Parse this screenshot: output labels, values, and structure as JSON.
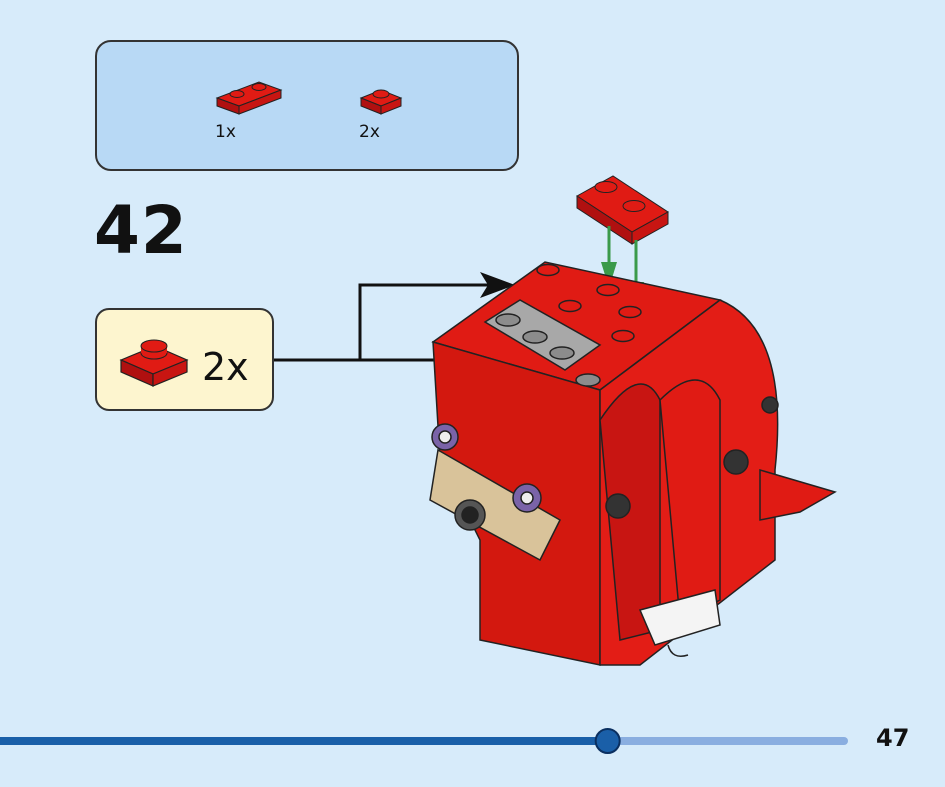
{
  "parts_list": [
    {
      "qty": "1x",
      "icon": "red-plate-1x2-icon"
    },
    {
      "qty": "2x",
      "icon": "red-plate-1x1-icon"
    }
  ],
  "step_number": "42",
  "subassembly": {
    "qty": "2x",
    "icon": "red-plate-1x1-icon"
  },
  "page_number": "47",
  "progress": 0.72,
  "colors": {
    "background": "#d7ebfa",
    "brick_red": "#e01b14",
    "progress": "#1a5fa8",
    "progress_track": "#8aaee0"
  }
}
